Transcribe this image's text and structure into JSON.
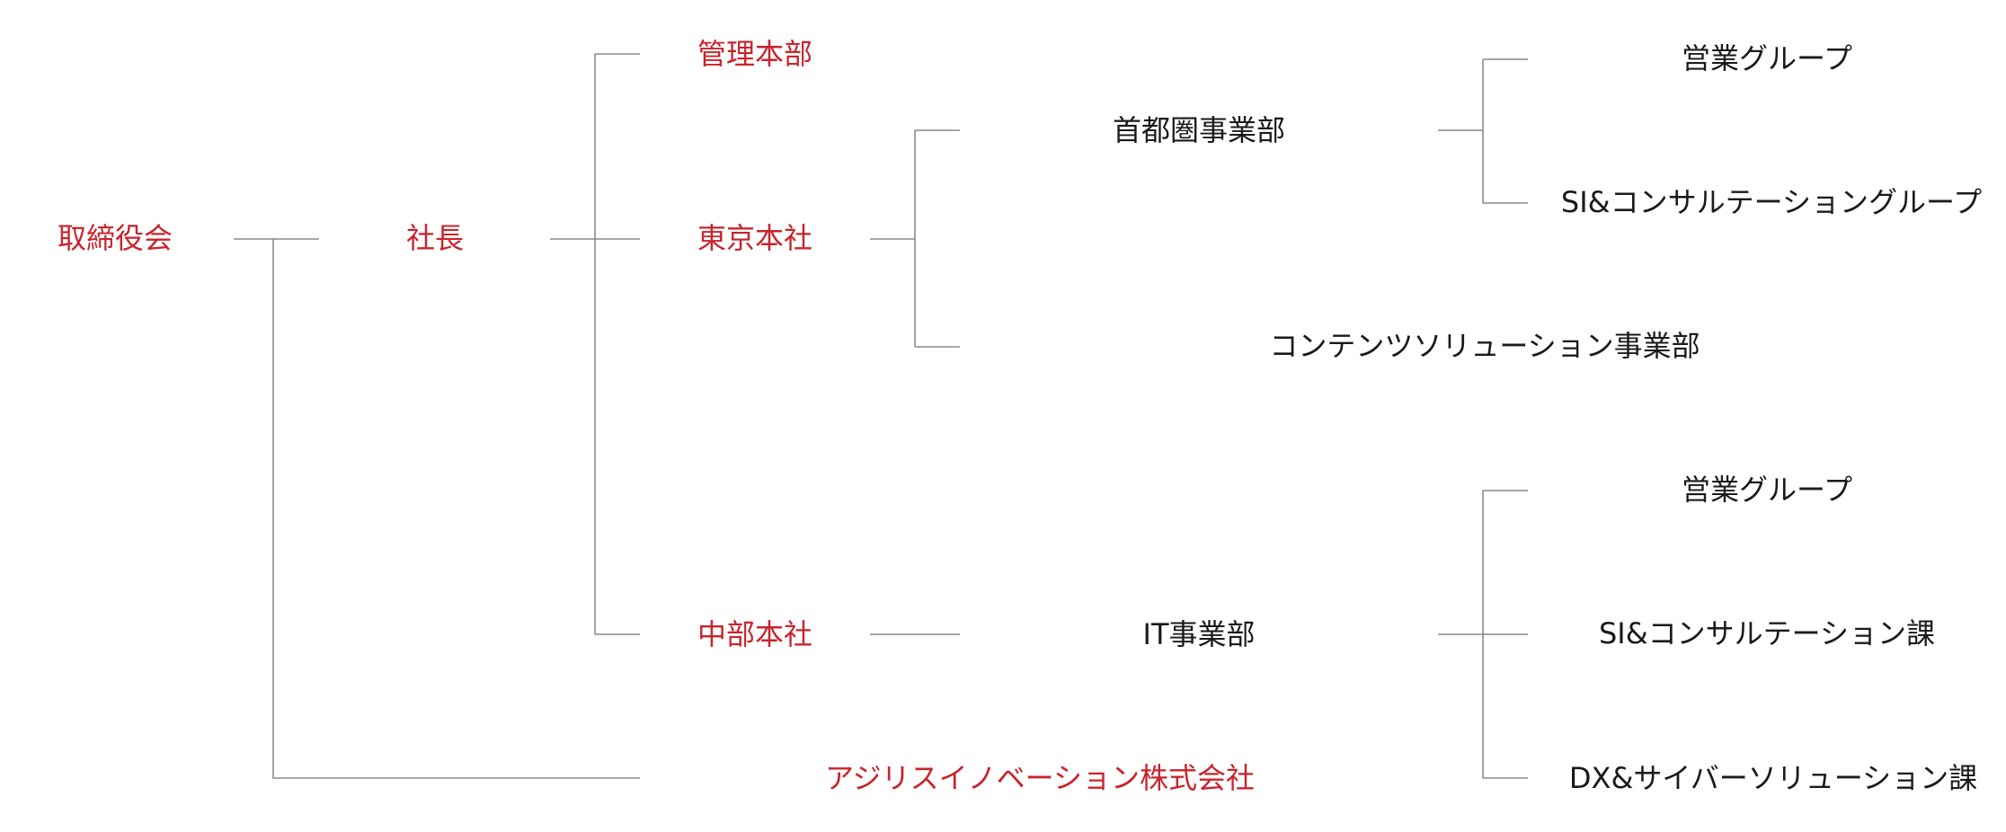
{
  "colors": {
    "accent": "#c8242c",
    "text": "#1a1a1a",
    "connector": "#8a8a8a"
  },
  "nodes": {
    "board": "取締役会",
    "president": "社長",
    "admin_hq": "管理本部",
    "tokyo_hq": "東京本社",
    "chubu_hq": "中部本社",
    "subsidiary": "アジリスイノベーション株式会社",
    "metro_division": "首都圏事業部",
    "contents_division": "コンテンツソリューション事業部",
    "it_division": "IT事業部",
    "metro_sales_group": "営業グループ",
    "metro_si_group": "SI&コンサルテーショングループ",
    "it_sales_group": "営業グループ",
    "it_si_section": "SI&コンサルテーション課",
    "it_dx_section": "DX&サイバーソリューション課"
  }
}
